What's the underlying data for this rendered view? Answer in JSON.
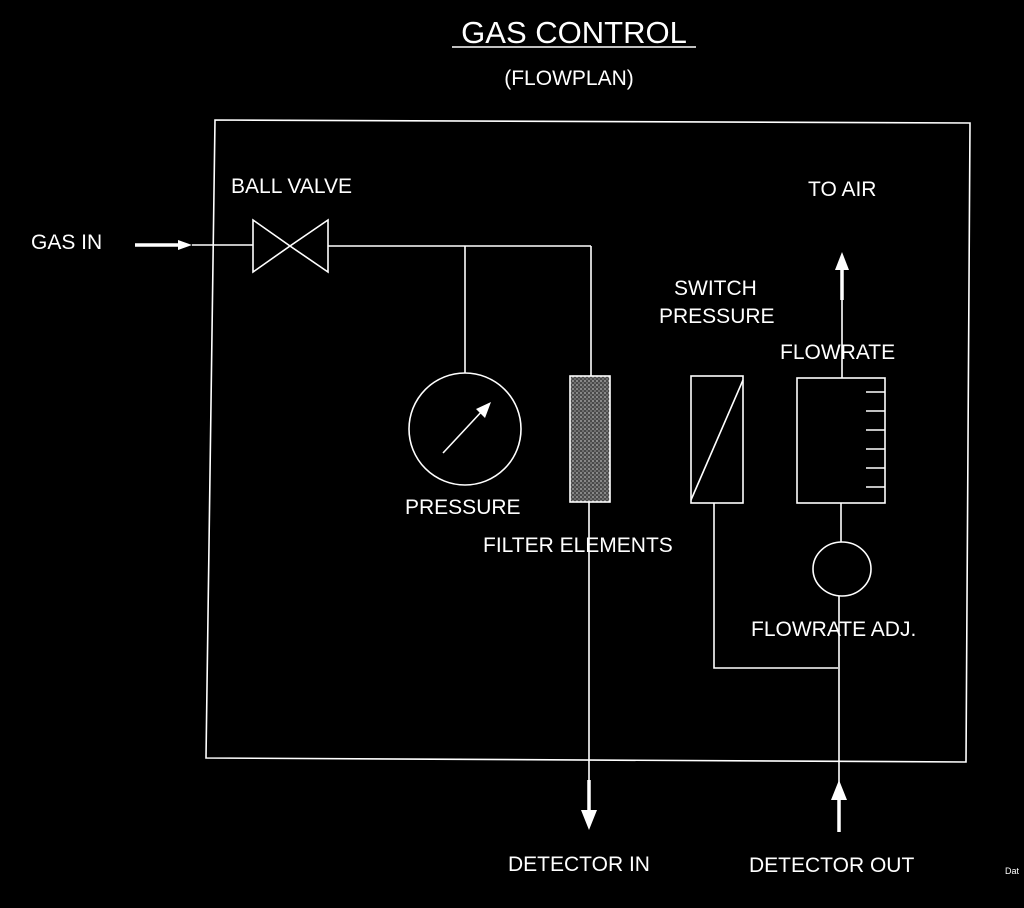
{
  "title": "GAS CONTROL",
  "subtitle": "(FLOWPLAN)",
  "labels": {
    "gas_in": "GAS  IN",
    "ball_valve": "BALL VALVE",
    "to_air": "TO AIR",
    "switch_pressure_1": "SWITCH",
    "switch_pressure_2": "PRESSURE",
    "flowrate": "FLOWRATE",
    "pressure": "PRESSURE",
    "filter_elements": "FILTER ELEMENTS",
    "flowrate_adj": "FLOWRATE ADJ.",
    "detector_in": "DETECTOR IN",
    "detector_out": "DETECTOR OUT",
    "corner": "Dat"
  },
  "colors": {
    "background": "#000000",
    "foreground": "#ffffff",
    "filter_fill": "#6f6f6f"
  }
}
